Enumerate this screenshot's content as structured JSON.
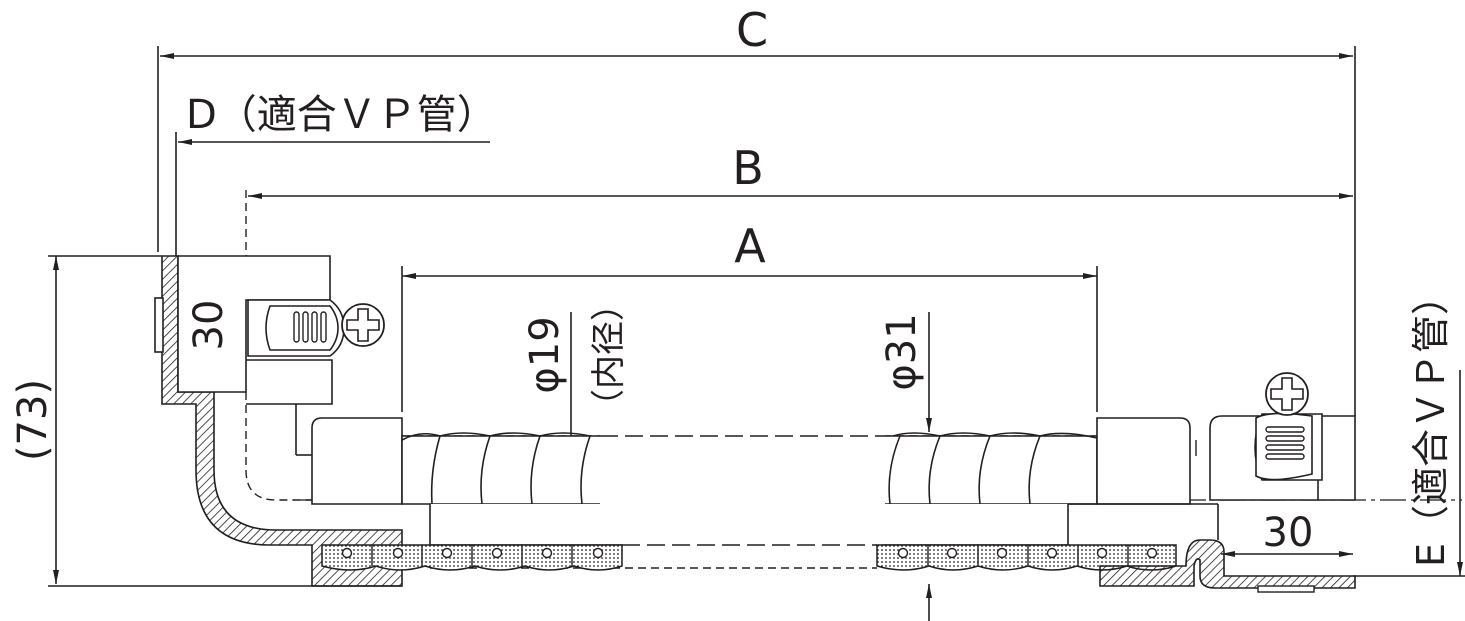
{
  "labels": {
    "C": "C",
    "D": "D（適合ＶＰ管）",
    "B": "B",
    "A": "A",
    "dim_30_left": "30",
    "dim_73": "(73)",
    "phi19": "φ19",
    "inner_diameter": "（内径）",
    "phi31": "φ31",
    "E": "E（適合ＶＰ管）",
    "dim_30_right": "30"
  }
}
